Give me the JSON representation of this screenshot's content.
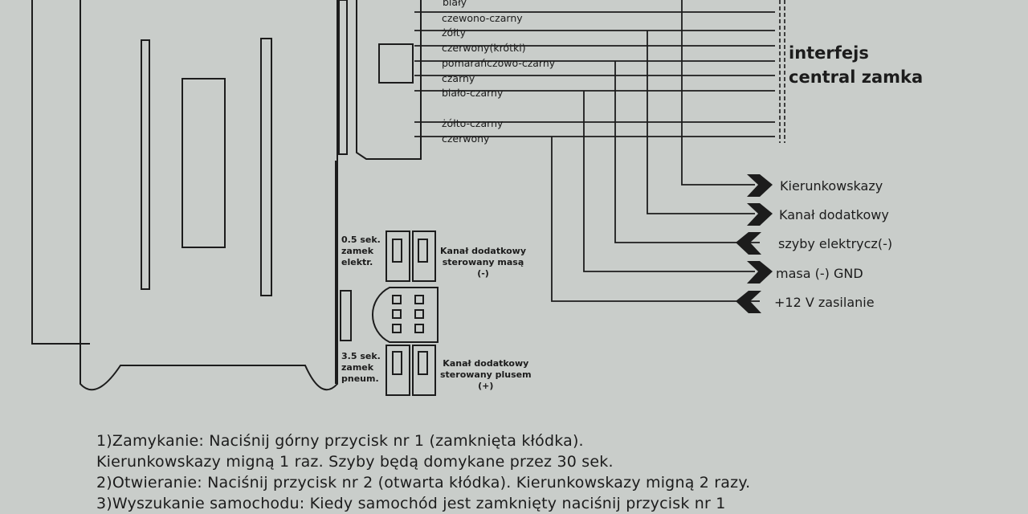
{
  "wires": [
    {
      "label": "biały"
    },
    {
      "label": "czewono-czarny"
    },
    {
      "label": "żółty"
    },
    {
      "label": "czerwony(krótki)"
    },
    {
      "label": "pomarańczowo-czarny"
    },
    {
      "label": "czarny"
    },
    {
      "label": "biało-czarny"
    },
    {
      "label": "żółto-czarny"
    },
    {
      "label": "czerwony"
    }
  ],
  "interface": {
    "line1": "interfejs",
    "line2": "central zamka"
  },
  "outputs": [
    {
      "label": "Kierunkowskazy",
      "direction": "right"
    },
    {
      "label": "Kanał dodatkowy",
      "direction": "right"
    },
    {
      "label": "szyby elektrycz(-)",
      "direction": "left"
    },
    {
      "label": "masa (-) GND",
      "direction": "right"
    },
    {
      "label": "+12 V zasilanie",
      "direction": "left"
    }
  ],
  "jumpers": {
    "top_left": [
      "0.5 sek.",
      "zamek",
      "elektr."
    ],
    "top_right": [
      "Kanał dodatkowy",
      "sterowany masą",
      "(-)"
    ],
    "bottom_left": [
      "3.5 sek.",
      "zamek",
      "pneum."
    ],
    "bottom_right": [
      "Kanał dodatkowy",
      "sterowany plusem",
      "(+)"
    ]
  },
  "instructions": [
    "1)Zamykanie: Naciśnij górny przycisk nr 1 (zamknięta kłódka).",
    "Kierunkowskazy migną 1 raz. Szyby będą domykane przez 30 sek.",
    "2)Otwieranie: Naciśnij przycisk nr 2 (otwarta kłódka). Kierunkowskazy migną 2 razy.",
    "3)Wyszukanie samochodu: Kiedy samochód jest zamknięty naciśnij przycisk nr 1"
  ]
}
